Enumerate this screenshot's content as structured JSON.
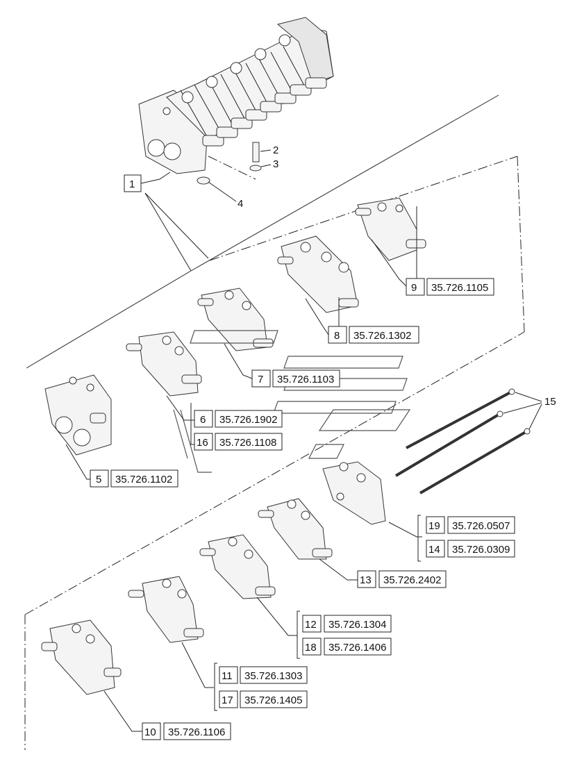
{
  "callouts": {
    "c1": "1",
    "c2": "2",
    "c3": "3",
    "c4": "4",
    "c15": "15"
  },
  "parts": [
    {
      "id": "9",
      "code": "35.726.1105"
    },
    {
      "id": "8",
      "code": "35.726.1302"
    },
    {
      "id": "7",
      "code": "35.726.1103"
    },
    {
      "id": "6",
      "code": "35.726.1902"
    },
    {
      "id": "16",
      "code": "35.726.1108"
    },
    {
      "id": "5",
      "code": "35.726.1102"
    },
    {
      "id": "19",
      "code": "35.726.0507"
    },
    {
      "id": "14",
      "code": "35.726.0309"
    },
    {
      "id": "13",
      "code": "35.726.2402"
    },
    {
      "id": "12",
      "code": "35.726.1304"
    },
    {
      "id": "18",
      "code": "35.726.1406"
    },
    {
      "id": "11",
      "code": "35.726.1303"
    },
    {
      "id": "17",
      "code": "35.726.1405"
    },
    {
      "id": "10",
      "code": "35.726.1106"
    }
  ]
}
